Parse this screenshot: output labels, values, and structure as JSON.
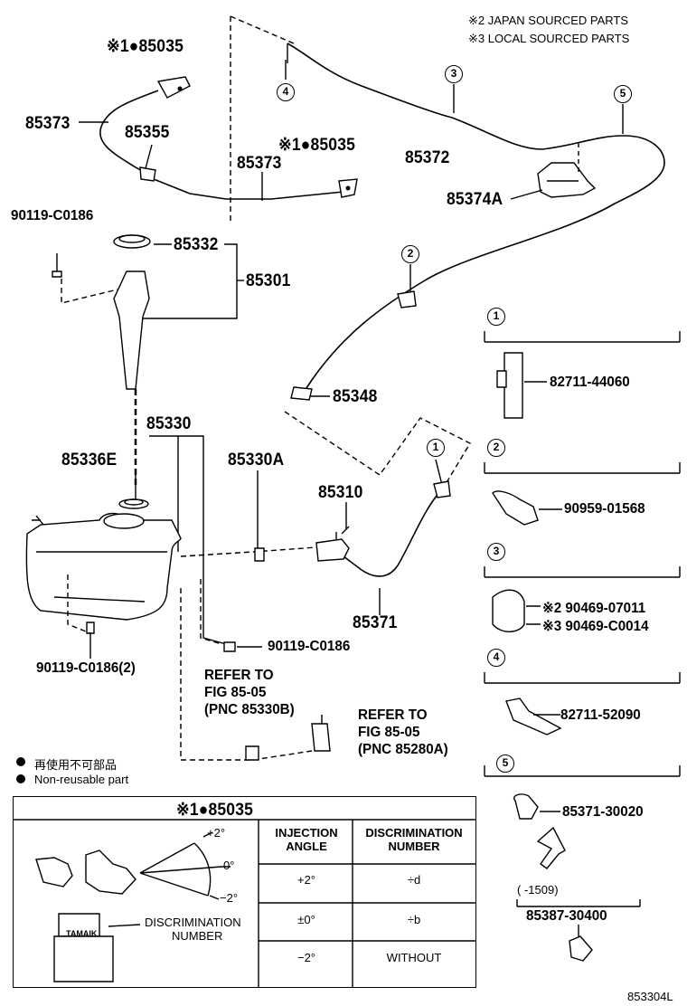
{
  "notes": {
    "japan": "※2 JAPAN SOURCED PARTS",
    "local": "※3 LOCAL SOURCED PARTS",
    "legend_jp": "再使用不可部品",
    "legend_en": "Non-reusable part"
  },
  "labels": {
    "p85035_top": "※1●85035",
    "p85373_a": "85373",
    "p85355": "85355",
    "p85035_mid": "※1●85035",
    "p85373_b": "85373",
    "p85372": "85372",
    "p85374A": "85374A",
    "p90119_a": "90119-C0186",
    "p85332": "85332",
    "p85301": "85301",
    "p85348": "85348",
    "p85330": "85330",
    "p85336E": "85336E",
    "p85330A": "85330A",
    "p85310": "85310",
    "p85371": "85371",
    "p90119_b": "90119-C0186",
    "p90119_c": "90119-C0186(2)",
    "refer1_a": "REFER TO",
    "refer1_b": "FIG 85-05",
    "refer1_c": "(PNC 85330B)",
    "refer2_a": "REFER TO",
    "refer2_b": "FIG 85-05",
    "refer2_c": "(PNC 85280A)",
    "figure_code": "853304L"
  },
  "callouts": [
    "1",
    "2",
    "3",
    "4",
    "5"
  ],
  "side_panels": [
    {
      "num": "1",
      "part": "82711-44060"
    },
    {
      "num": "2",
      "part": "90959-01568"
    },
    {
      "num": "3",
      "part_a": "※2 90469-07011",
      "part_b": "※3 90469-C0014"
    },
    {
      "num": "4",
      "part": "82711-52090"
    },
    {
      "num": "5",
      "part": "85371-30020",
      "range": "(     -1509)",
      "part_old": "85387-30400"
    }
  ],
  "table": {
    "title": "※1●85035",
    "col1": "INJECTION ANGLE",
    "col2": "DISCRIMINATION NUMBER",
    "rows": [
      {
        "angle": "+2°",
        "disc": "÷d"
      },
      {
        "angle": "±0°",
        "disc": "÷b"
      },
      {
        "angle": "−2°",
        "disc": "WITHOUT"
      }
    ],
    "fig_plus": "+2°",
    "fig_zero": "0°",
    "fig_minus": "−2°",
    "fig_disc_a": "DISCRIMINATION",
    "fig_disc_b": "NUMBER",
    "fig_brand": "TAMAIK"
  }
}
